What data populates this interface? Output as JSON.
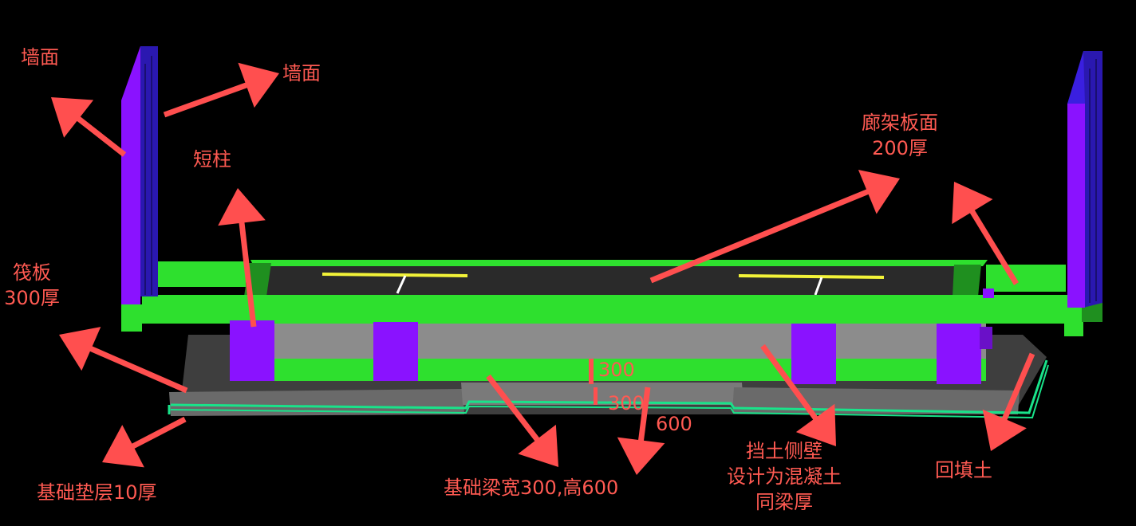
{
  "labels": {
    "wall_left": "墙面",
    "wall_left2": "墙面",
    "short_column": "短柱",
    "raft": [
      "筏板",
      "300厚"
    ],
    "corridor_slab": [
      "廊架板面",
      "200厚"
    ],
    "cushion": "基础垫层10厚",
    "beam": "基础梁宽300,高600",
    "retaining": [
      "挡土侧壁",
      "设计为混凝土",
      "同梁厚"
    ],
    "backfill": "回填土"
  },
  "dimensions": {
    "d1": "300",
    "d2": "300",
    "d3": "600"
  },
  "colors": {
    "background": "#000000",
    "label": "#ff5a52",
    "arrow": "#ff4f4f",
    "slab_green": "#2ee02e",
    "column_purple": "#8a12ff",
    "wall_blue": "#3a1fe0",
    "gray": "#8c8c8c",
    "dark_gray": "#3e3e3e",
    "outline_teal": "#19e38a",
    "yellow": "#f2f238"
  }
}
